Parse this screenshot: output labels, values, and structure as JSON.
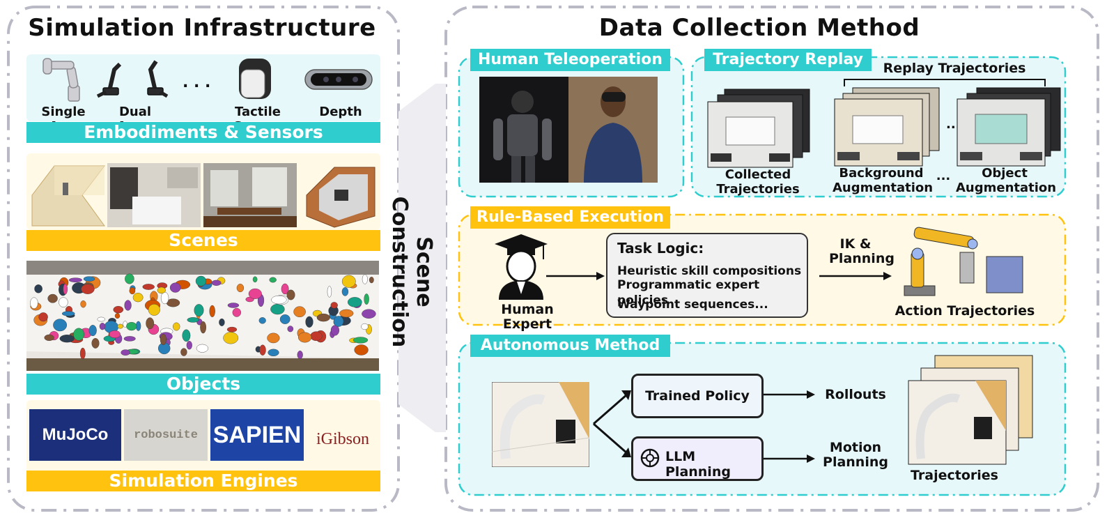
{
  "left": {
    "title": "Simulation Infrastructure",
    "embodiments": {
      "labels": [
        "Single Arm",
        "Dual Arms",
        "Tactile Sensor",
        "Depth"
      ],
      "ellipsis": ". . .",
      "bar": "Embodiments & Sensors"
    },
    "scenes": {
      "bar": "Scenes"
    },
    "objects": {
      "bar": "Objects"
    },
    "engines": {
      "logos": [
        "MuJoCo",
        "robosuite",
        "SAPIEN",
        "iGibson"
      ],
      "bar": "Simulation Engines"
    }
  },
  "middle": {
    "label": "Scene Construction"
  },
  "right": {
    "title": "Data Collection Method",
    "teleop": {
      "tag": "Human Teleoperation"
    },
    "replay": {
      "tag": "Trajectory Replay",
      "replay_label": "Replay Trajectories",
      "collected": "Collected Trajectories",
      "background": "Background Augmentation",
      "object": "Object Augmentation",
      "ellipsis": "..."
    },
    "rule": {
      "tag": "Rule-Based Execution",
      "expert": "Human Expert",
      "logic_title": "Task Logic:",
      "logic_items": [
        "Heuristic skill compositions",
        "Programmatic expert policies",
        "Waypoint sequences..."
      ],
      "ik": "IK & Planning",
      "action": "Action Trajectories"
    },
    "auto": {
      "tag": "Autonomous Method",
      "trained": "Trained Policy",
      "llm": "LLM Planning",
      "rollouts": "Rollouts",
      "motion": "Motion Planning",
      "trajectories": "Trajectories"
    }
  },
  "colors": {
    "cyan": "#2fcdcd",
    "amber": "#ffc20e",
    "light_cyan_bg": "#e7f8fb",
    "light_amber_bg": "#fff9e6",
    "dashed_border": "#b9b9c6"
  }
}
